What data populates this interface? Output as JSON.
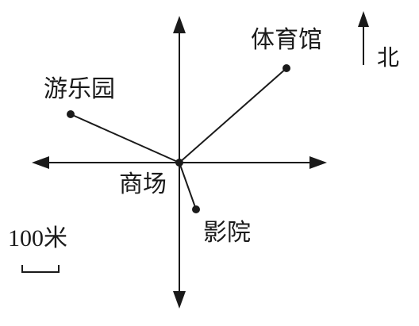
{
  "map": {
    "north_label": "北",
    "scale_label": "100米",
    "places": {
      "center": "商场",
      "stadium": "体育馆",
      "park": "游乐园",
      "cinema": "影院"
    }
  }
}
